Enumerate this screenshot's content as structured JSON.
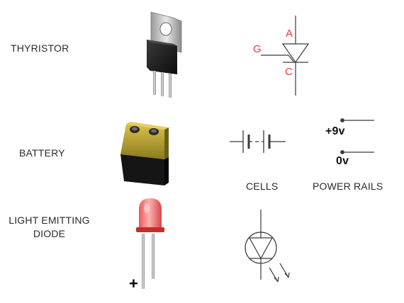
{
  "rows": {
    "thyristor": {
      "name": "THYRISTOR",
      "pins": {
        "anode": "A",
        "gate": "G",
        "cathode": "C"
      },
      "symbol_color": "#e23b3b"
    },
    "battery": {
      "name": "BATTERY",
      "cells_caption": "CELLS",
      "rails_caption": "POWER RAILS",
      "rail_positive": "+9v",
      "rail_zero": "0v"
    },
    "led": {
      "name_line1": "LIGHT EMITTING",
      "name_line2": "DIODE",
      "lead_polarity": "+"
    }
  },
  "colors": {
    "line": "#3a3a3a",
    "symbol_red": "#e23b3b",
    "battery_gold": "#bfa82a",
    "battery_black": "#1b1b1b",
    "led_red": "#f06a6a"
  }
}
